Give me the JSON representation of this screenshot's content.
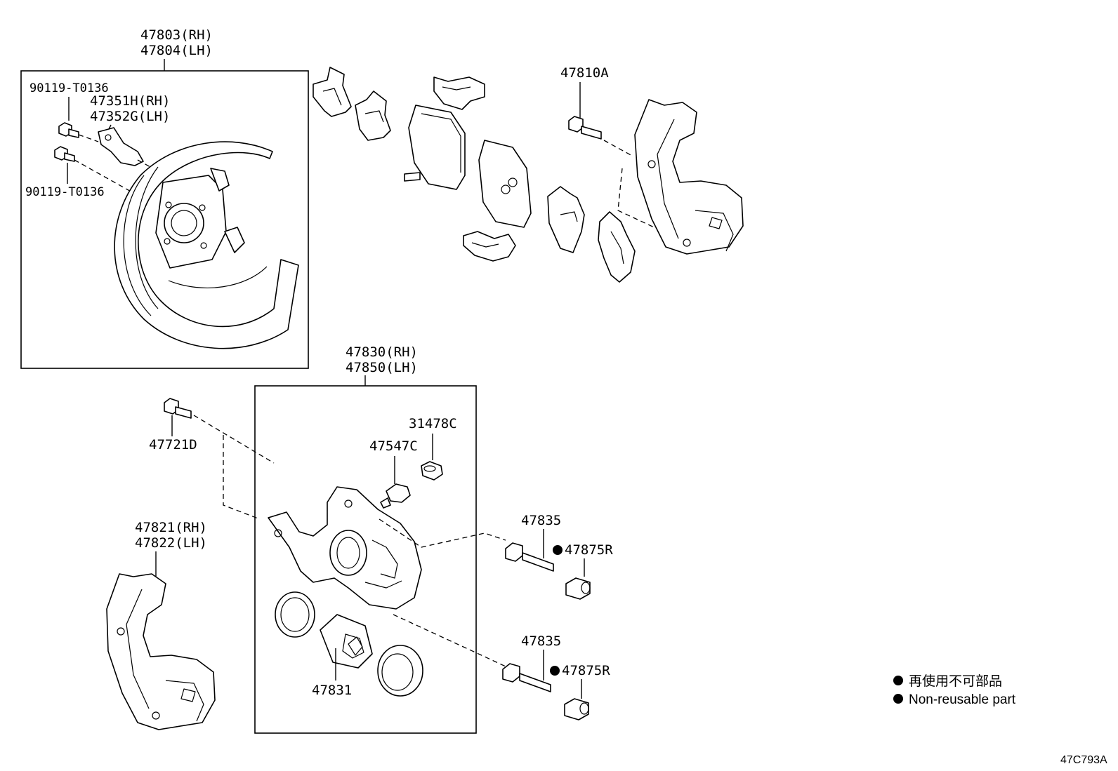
{
  "labels": {
    "shield_assy_rh": "47803(RH)",
    "shield_assy_lh": "47804(LH)",
    "bolt_top": "90119-T0136",
    "bolt_bottom": "90119-T0136",
    "bracket_rh": "47351H(RH)",
    "bracket_lh": "47352G(LH)",
    "pin_top": "47810A",
    "caliper_rh": "47830(RH)",
    "caliper_lh": "47850(LH)",
    "cap": "31478C",
    "bleeder": "47547C",
    "bolt_caliper": "47721D",
    "mount_rh": "47821(RH)",
    "mount_lh": "47822(LH)",
    "slide_pin_1": "47835",
    "boot_1": "47875R",
    "slide_pin_2": "47835",
    "boot_2": "47875R",
    "piston": "47831"
  },
  "legend": {
    "japanese": "再使用不可部品",
    "english": "Non-reusable part"
  },
  "diagram_code": "47C793A"
}
